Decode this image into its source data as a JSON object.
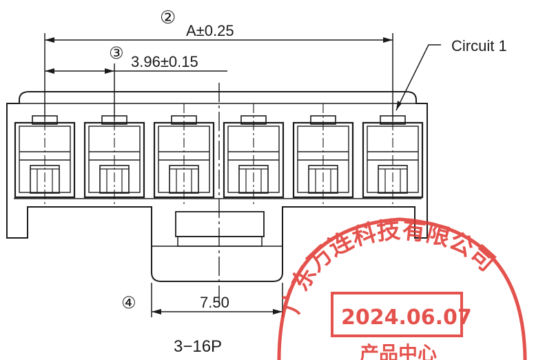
{
  "dimensions": {
    "overall": {
      "marker": "②",
      "text": "A±0.25"
    },
    "pitch": {
      "marker": "③",
      "text": "3.96±0.15"
    },
    "bottom": {
      "marker": "④",
      "text": "7.50"
    }
  },
  "callout": {
    "label": "Circuit  1"
  },
  "part_label": "3−16P",
  "stamp": {
    "company": "广东万连科技有限公司",
    "date": "2024.06.07",
    "department": "产品中心",
    "color": "#e0342f"
  },
  "circuit_count": 6
}
